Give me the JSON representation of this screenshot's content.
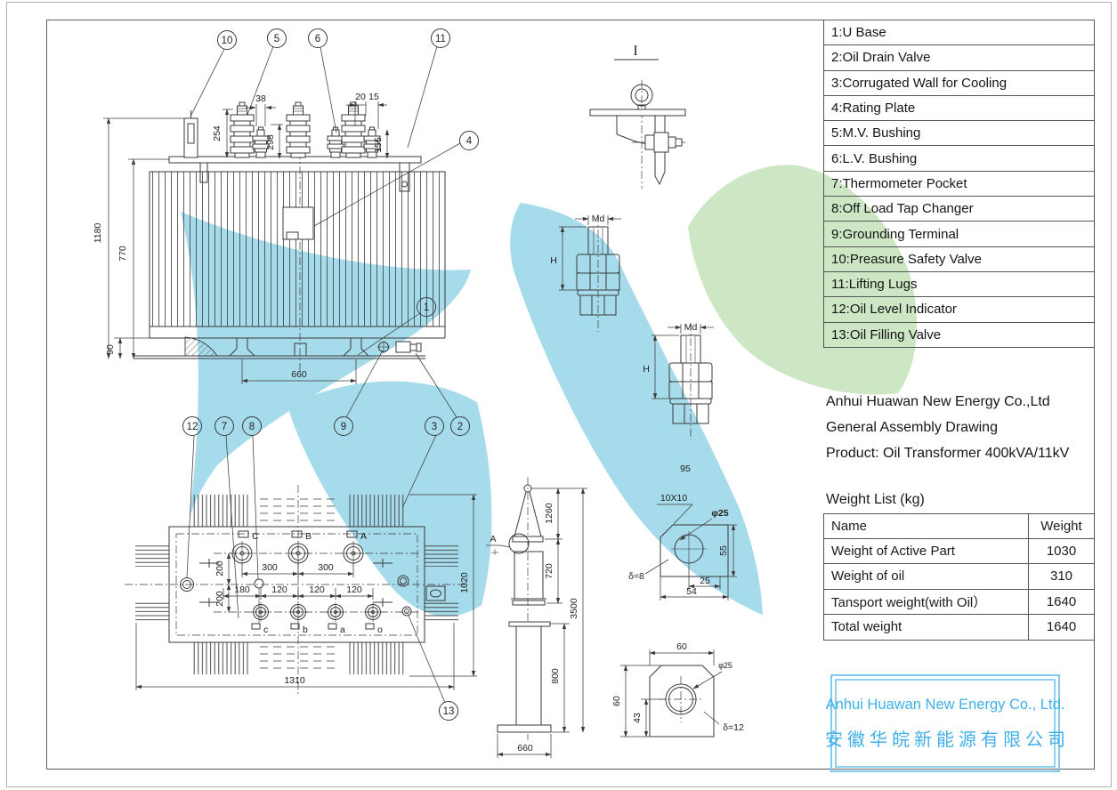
{
  "colors": {
    "watermark_cyan": "#a6dbeb",
    "watermark_green": "#cde7c5",
    "stamp_blue": "#3fb0e8",
    "stamp_border": "#7ec9f0",
    "line": "#3a3a3a"
  },
  "parts_list": {
    "items": [
      "1:U Base",
      "2:Oil Drain Valve",
      "3:Corrugated Wall for Cooling",
      "4:Rating Plate",
      "5:M.V. Bushing",
      "6:L.V. Bushing",
      "7:Thermometer Pocket",
      "8:Off Load Tap Changer",
      "9:Grounding Terminal",
      "10:Preasure Safety Valve",
      "11:Lifting Lugs",
      "12:Oil Level Indicator",
      "13:Oil Filling Valve"
    ]
  },
  "info": {
    "company": "Anhui Huawan New Energy Co.,Ltd",
    "drawing": "General Assembly Drawing",
    "product": "Product: Oil Transformer 400kVA/11kV"
  },
  "weights": {
    "title": "Weight List (kg)",
    "headers": {
      "name": "Name",
      "weight": "Weight"
    },
    "rows": [
      {
        "name": "Weight of Active Part",
        "value": "1030"
      },
      {
        "name": "Weight of oil",
        "value": "310"
      },
      {
        "name": "Tansport weight(with Oil）",
        "value": "1640"
      },
      {
        "name": "Total weight",
        "value": "1640"
      }
    ]
  },
  "stamp": {
    "en": "Anhui Huawan New Energy Co., Ltd.",
    "zh": "安徽华皖新能源有限公司"
  },
  "front": {
    "callouts": {
      "c1": "1",
      "c2": "2",
      "c3": "3",
      "c4": "4",
      "c5": "5",
      "c6": "6",
      "c9": "9",
      "c10": "10",
      "c11": "11"
    },
    "dims": {
      "h1180": "1180",
      "h770": "770",
      "h90": "90",
      "w660": "660",
      "h254": "254",
      "w38": "38",
      "h298": "298",
      "w20": "20",
      "w15": "15",
      "h155": "155"
    }
  },
  "plan": {
    "callouts": {
      "c12": "12",
      "c7": "7",
      "c8": "8",
      "c13": "13"
    },
    "dims": {
      "p300a": "300",
      "p300b": "300",
      "v200a": "200",
      "v200b": "200",
      "p180": "180",
      "p120a": "120",
      "p120b": "120",
      "p120c": "120",
      "w1310": "1310",
      "d1020": "1020"
    },
    "mv_labels": [
      "C",
      "B",
      "A"
    ],
    "lv_labels": [
      "c",
      "b",
      "a",
      "o"
    ]
  },
  "details": {
    "section_label": "I",
    "stud": {
      "md": "Md",
      "h": "H",
      "note": "95"
    },
    "plate8": {
      "chamfer": "10X10",
      "hole": "φ25",
      "d55": "55",
      "d25": "25",
      "d54": "54",
      "thk": "δ=8"
    },
    "pole": {
      "label": "A",
      "d1260": "1260",
      "d720": "720",
      "d800": "800",
      "d3500": "3500",
      "d660": "660"
    },
    "plate12": {
      "d60_top": "60",
      "d60_left": "60",
      "d43": "43",
      "hole": "φ25",
      "thk": "δ=12"
    }
  }
}
